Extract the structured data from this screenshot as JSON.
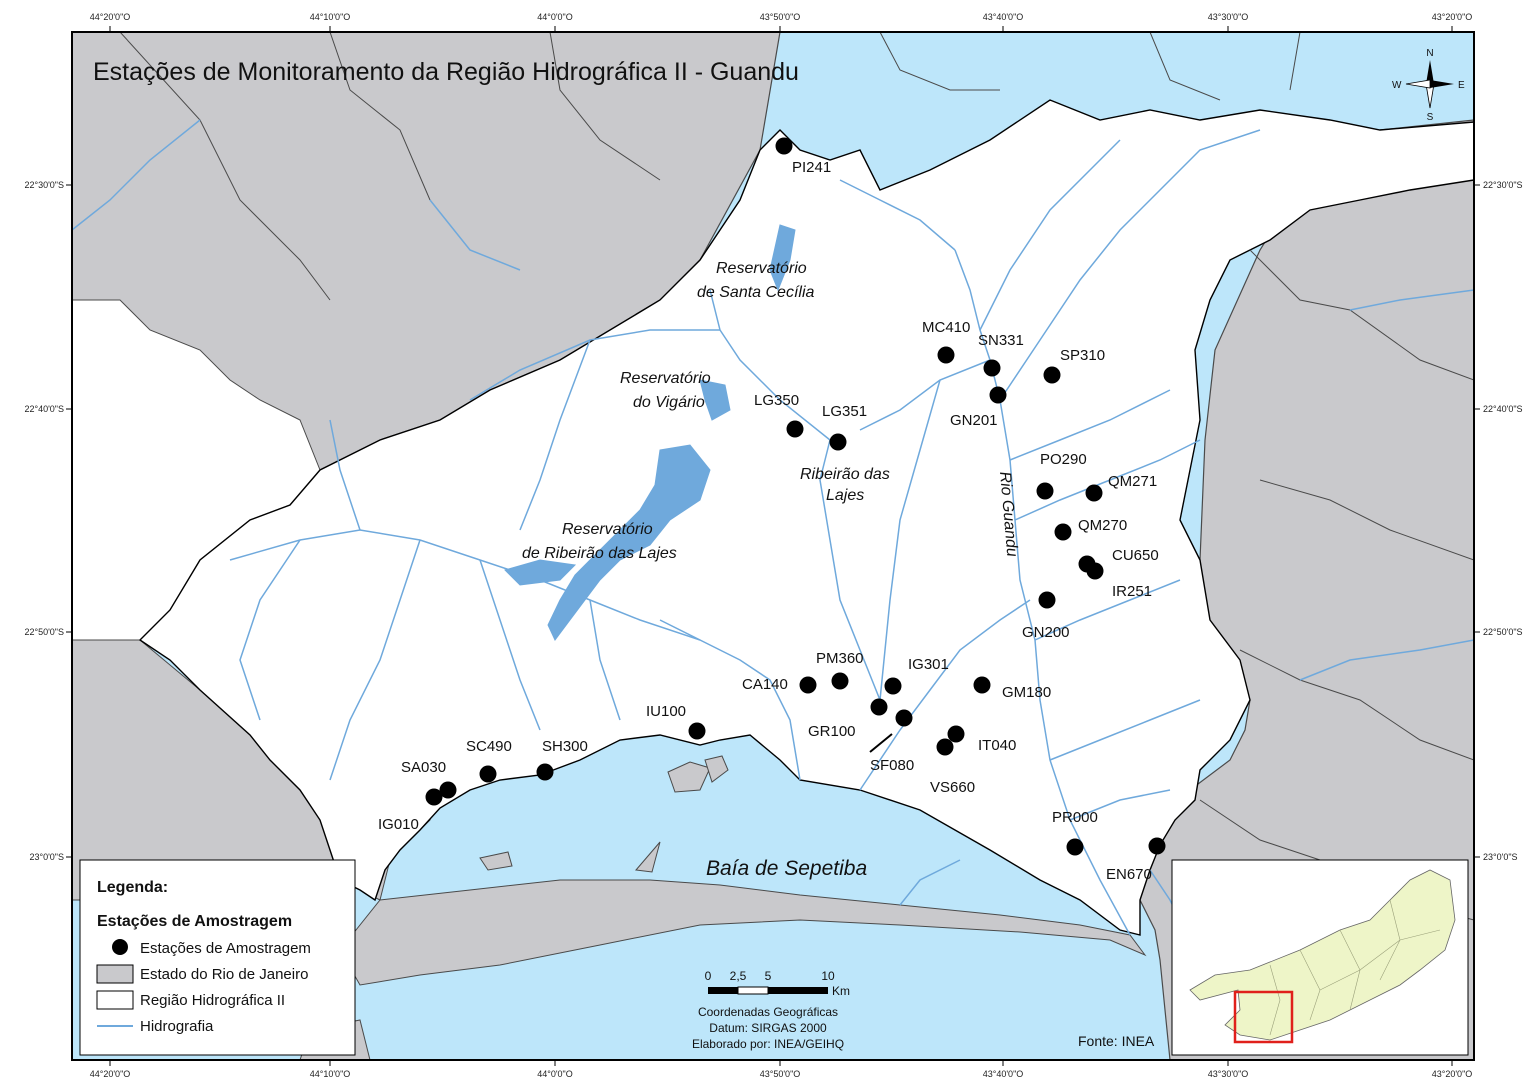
{
  "title": "Estações de Monitoramento da Região Hidrográfica II - Guandu",
  "colors": {
    "water": "#bde6fa",
    "state": "#c9c9cc",
    "region": "#ffffff",
    "river": "#6fa9dc",
    "station": "#000000",
    "inset_land": "#eef5c8",
    "inset_frame": "#e0201b"
  },
  "graticule": {
    "top": [
      "44°20'0\"O",
      "44°10'0\"O",
      "44°0'0\"O",
      "43°50'0\"O",
      "43°40'0\"O",
      "43°30'0\"O",
      "43°20'0\"O"
    ],
    "bottom": [
      "44°20'0\"O",
      "44°10'0\"O",
      "44°0'0\"O",
      "43°50'0\"O",
      "43°40'0\"O",
      "43°30'0\"O",
      "43°20'0\"O"
    ],
    "left": [
      "22°30'0\"S",
      "22°40'0\"S",
      "22°50'0\"S",
      "23°0'0\"S"
    ],
    "right": [
      "22°30'0\"S",
      "22°40'0\"S",
      "22°50'0\"S",
      "23°0'0\"S"
    ]
  },
  "stations": [
    "PI241",
    "MC410",
    "SN331",
    "SP310",
    "GN201",
    "LG350",
    "LG351",
    "PO290",
    "QM271",
    "QM270",
    "CU650",
    "IR251",
    "GN200",
    "PM360",
    "IG301",
    "CA140",
    "GM180",
    "IU100",
    "GR100",
    "SF080",
    "IT040",
    "VS660",
    "SC490",
    "SH300",
    "SA030",
    "IG010",
    "PR000",
    "EN670"
  ],
  "places": {
    "santa_cecilia_1": "Reservatório",
    "santa_cecilia_2": "de Santa Cecília",
    "vigario_1": "Reservatório",
    "vigario_2": "do Vigário",
    "lajes_res_1": "Reservatório",
    "lajes_res_2": "de Ribeirão das Lajes",
    "lajes_river_1": "Ribeirão das",
    "lajes_river_2": "Lajes",
    "rio_guandu": "Rio Guandu",
    "baia": "Baía de Sepetiba"
  },
  "legend": {
    "title": "Legenda:",
    "subtitle": "Estações de Amostragem",
    "items": [
      "Estações de Amostragem",
      "Estado do Rio de Janeiro",
      "Região Hidrográfica II",
      "Hidrografia"
    ]
  },
  "scale_bar": {
    "ticks": [
      "0",
      "2,5",
      "5",
      "10"
    ],
    "unit": "Km",
    "credit_1": "Coordenadas Geográficas",
    "credit_2": "Datum: SIRGAS 2000",
    "credit_3": "Elaborado por: INEA/GEIHQ"
  },
  "source": "Fonte: INEA",
  "compass": {
    "n": "N",
    "s": "S",
    "e": "E",
    "w": "W"
  }
}
